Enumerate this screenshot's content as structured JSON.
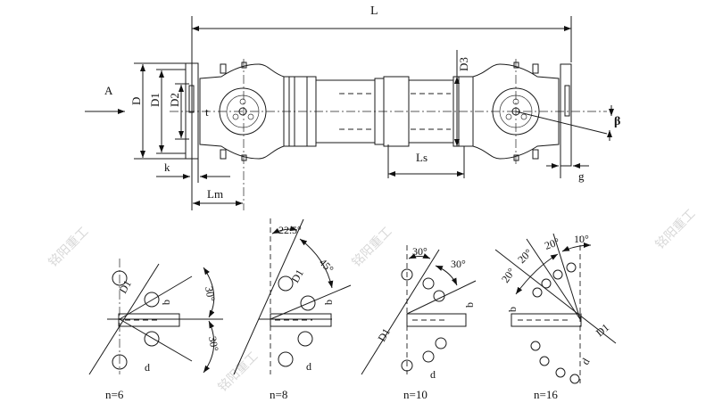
{
  "drawing": {
    "labels": {
      "L": "L",
      "A": "A",
      "D": "D",
      "D1": "D1",
      "D2": "D2",
      "D3": "D3",
      "t": "t",
      "k": "k",
      "Lm": "Lm",
      "Ls": "Ls",
      "g": "g",
      "beta": "β"
    },
    "hole_patterns": [
      {
        "n_label": "n=6",
        "angles": [
          "30°",
          "30°"
        ],
        "labels": [
          "D1",
          "b",
          "d"
        ]
      },
      {
        "n_label": "n=8",
        "angles": [
          "22.5°",
          "45°"
        ],
        "labels": [
          "D1",
          "b",
          "d"
        ]
      },
      {
        "n_label": "n=10",
        "angles": [
          "30°",
          "30°"
        ],
        "labels": [
          "D1",
          "b",
          "d"
        ]
      },
      {
        "n_label": "n=16",
        "angles": [
          "20°",
          "20°",
          "20°",
          "10°"
        ],
        "labels": [
          "D1",
          "b",
          "d"
        ]
      }
    ],
    "watermark": "铭阳重工"
  }
}
